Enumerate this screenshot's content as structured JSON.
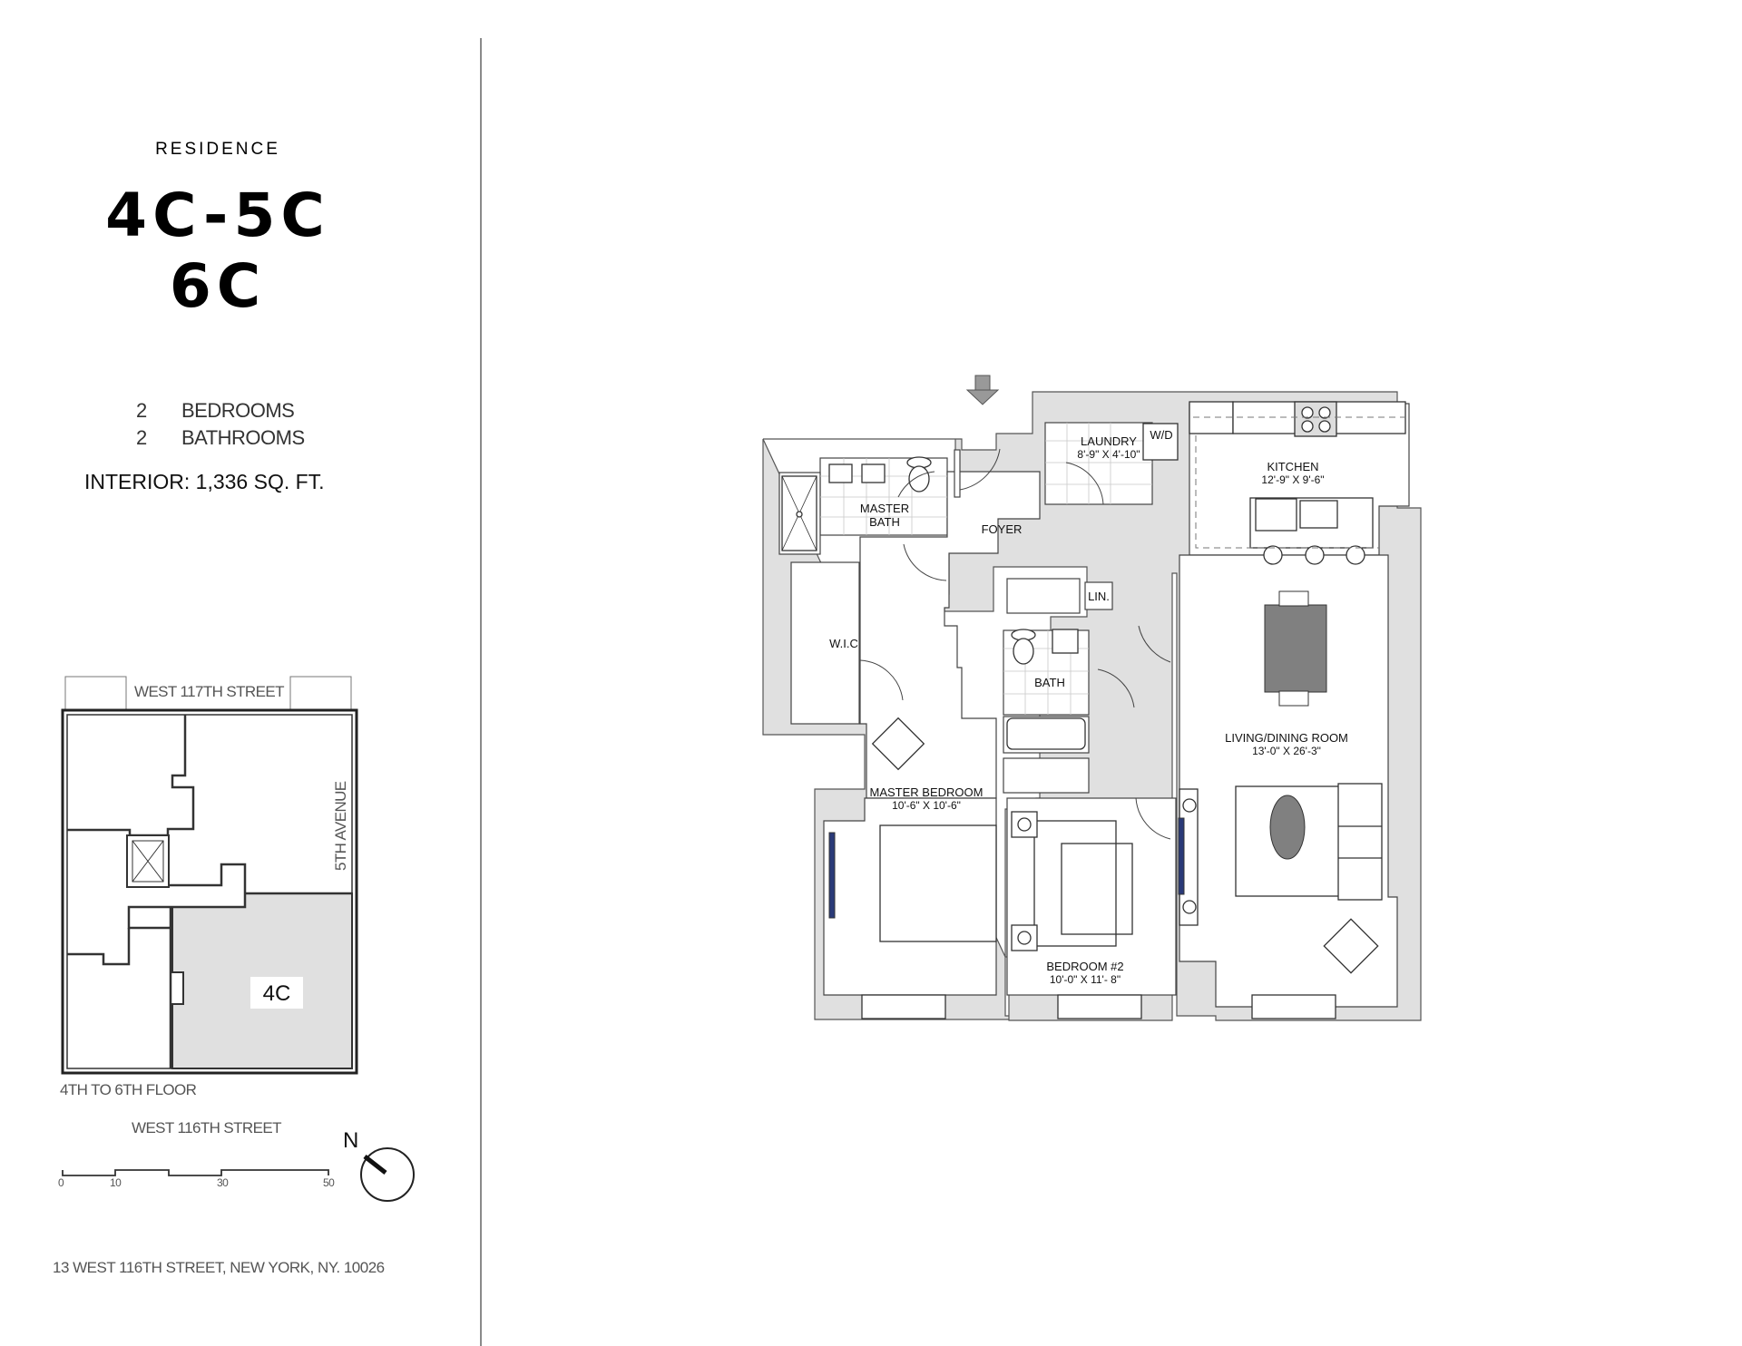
{
  "header": {
    "residence_label": "RESIDENCE",
    "unit_line1": "4C-5C",
    "unit_line2": "6C"
  },
  "stats": {
    "bedrooms_count": "2",
    "bedrooms_label": "BEDROOMS",
    "bathrooms_count": "2",
    "bathrooms_label": "BATHROOMS",
    "interior": "INTERIOR:  1,336 SQ. FT."
  },
  "keyplan": {
    "north_street": "WEST 117TH STREET",
    "east_street": "5TH AVENUE",
    "south_street": "WEST 116TH STREET",
    "floors": "4TH TO 6TH FLOOR",
    "highlighted_unit": "4C",
    "scale_ticks": [
      "0",
      "10",
      "30",
      "50"
    ],
    "north_label": "N"
  },
  "address": "13 WEST 116TH STREET, NEW YORK,  NY. 10026",
  "rooms": [
    {
      "name": "MASTER\nBATH",
      "line1": "MASTER",
      "line2": "BATH",
      "dims": ""
    },
    {
      "name": "FOYER",
      "dims": ""
    },
    {
      "name": "LAUNDRY",
      "dims": "8'-9\" X 4'-10\""
    },
    {
      "name": "W/D",
      "dims": ""
    },
    {
      "name": "KITCHEN",
      "dims": "12'-9\" X 9'-6\""
    },
    {
      "name": "W.I.C",
      "dims": ""
    },
    {
      "name": "LIN.",
      "dims": ""
    },
    {
      "name": "BATH",
      "dims": ""
    },
    {
      "name": "LIVING/DINING ROOM",
      "dims": "13'-0\" X 26'-3\""
    },
    {
      "name": "MASTER BEDROOM",
      "dims": "10'-6\" X 10'-6\""
    },
    {
      "name": "BEDROOM #2",
      "dims": "10'-0\" X 11'- 8\""
    }
  ],
  "colors": {
    "wall_fill": "#e0e0e0",
    "line": "#555555",
    "furniture_dark": "#808080",
    "tv_blue": "#2a3a78",
    "keyplan_highlight": "#e0e0e0"
  }
}
